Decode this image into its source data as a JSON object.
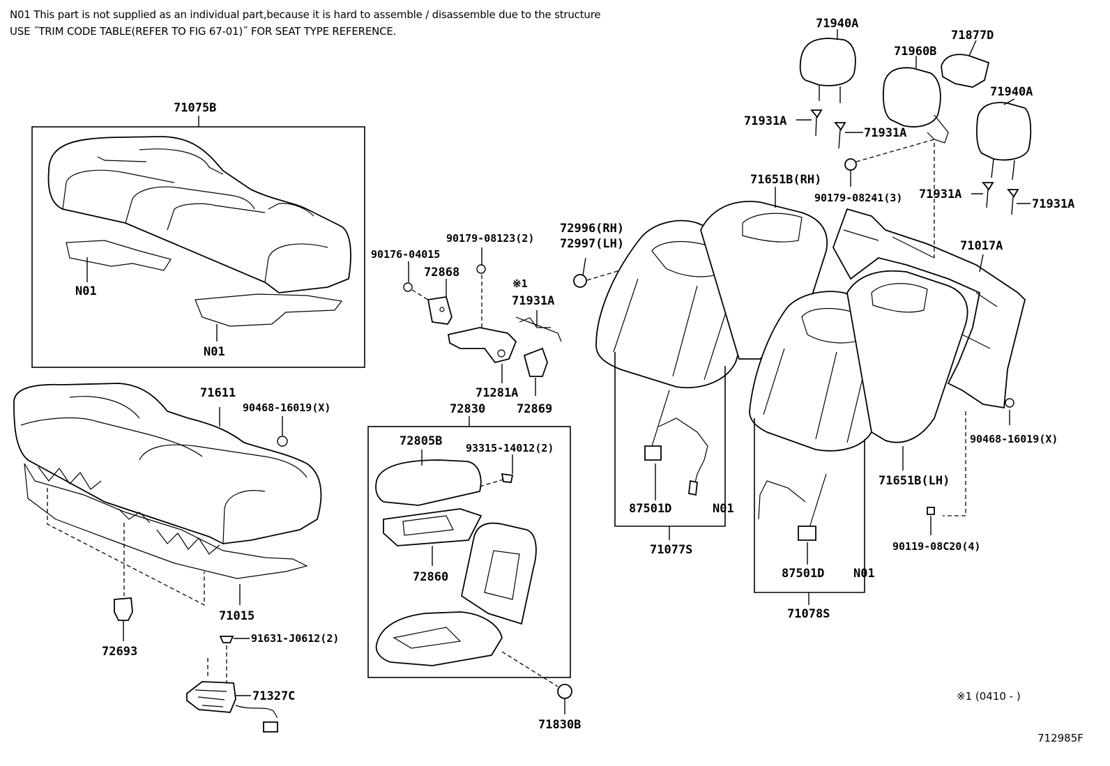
{
  "notes": {
    "line1": "N01 This part is not supplied as an individual part,because it is hard to assemble / disassemble due to the structure",
    "line2": "USE ˝​TRIM CODE TABLE(REFER TO FIG 67-01)˝ FOR SEAT TYPE REFERENCE."
  },
  "labels": {
    "p71075B": "71075B",
    "n01_a": "N01",
    "n01_b": "N01",
    "p71611": "71611",
    "p90468a": "90468-16019(X)",
    "p71015": "71015",
    "p72693": "72693",
    "p91631": "91631-J0612(2)",
    "p71327C": "71327C",
    "p90176": "90176-04015",
    "p90179_08123": "90179-08123(2)",
    "p72868": "72868",
    "mark1": "※1",
    "p71931A_c": "71931A",
    "p71281A": "71281A",
    "p72869": "72869",
    "p72830": "72830",
    "p72805B": "72805B",
    "p93315": "93315-14012(2)",
    "p72860": "72860",
    "p71830B": "71830B",
    "p72996": "72996(RH)",
    "p72997": "72997(LH)",
    "p71940A_1": "71940A",
    "p71877D": "71877D",
    "p71960B": "71960B",
    "p71940A_2": "71940A",
    "p71931A_1": "71931A",
    "p71931A_2": "71931A",
    "p71931A_3": "71931A",
    "p71931A_4": "71931A",
    "p71651B_RH": "71651B(RH)",
    "p90179_08241": "90179-08241(3)",
    "p71017A": "71017A",
    "p90468b": "90468-16019(X)",
    "p71651B_LH": "71651B(LH)",
    "p87501D_1": "87501D",
    "n01_c": "N01",
    "p71077S": "71077S",
    "p90119": "90119-08C20(4)",
    "p87501D_2": "87501D",
    "n01_d": "N01",
    "p71078S": "71078S"
  },
  "footer": {
    "effectivity": "※1 (0410 -        )",
    "figure_id": "712985F"
  }
}
